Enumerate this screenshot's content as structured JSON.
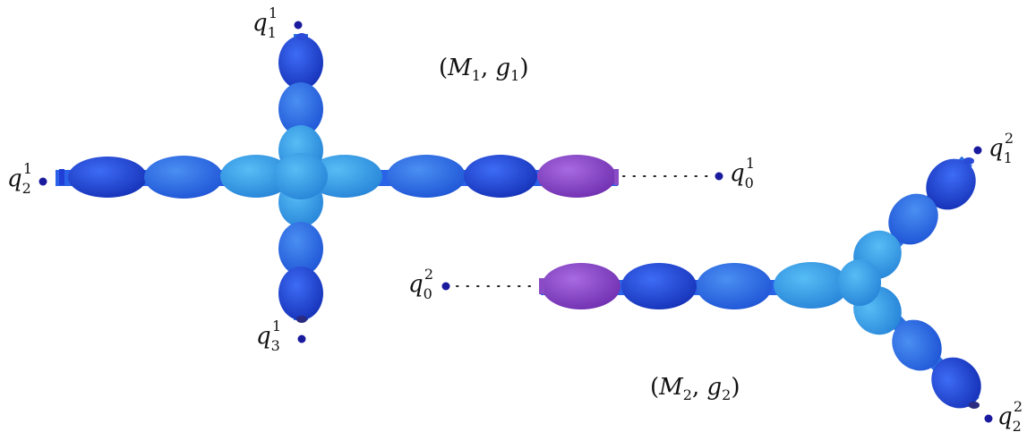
{
  "diagram": {
    "manifolds": [
      {
        "id": "M1",
        "label": "(M1, g1)"
      },
      {
        "id": "M2",
        "label": "(M2, g2)"
      }
    ],
    "points": [
      {
        "id": "q1_1",
        "base": "q",
        "sub": "1",
        "sup": "1"
      },
      {
        "id": "q2_1",
        "base": "q",
        "sub": "2",
        "sup": "1"
      },
      {
        "id": "q3_1",
        "base": "q",
        "sub": "3",
        "sup": "1"
      },
      {
        "id": "q0_1",
        "base": "q",
        "sub": "0",
        "sup": "1"
      },
      {
        "id": "q0_2",
        "base": "q",
        "sub": "0",
        "sup": "2"
      },
      {
        "id": "q1_2",
        "base": "q",
        "sub": "1",
        "sup": "2"
      },
      {
        "id": "q2_2",
        "base": "q",
        "sub": "2",
        "sup": "2"
      }
    ],
    "colors": {
      "dark_blue": "#1f3fd6",
      "mid_blue": "#2a62e8",
      "light_blue": "#3aa0e8",
      "purple": "#8a4bc6",
      "dot": "#1a1a9e"
    }
  }
}
